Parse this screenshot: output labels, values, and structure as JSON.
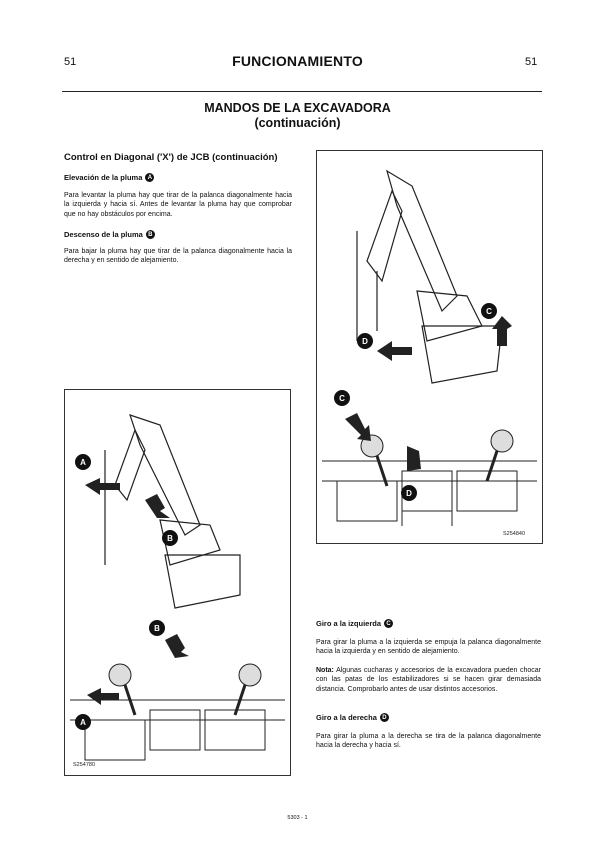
{
  "header": {
    "page_left": "51",
    "page_right": "51",
    "title": "FUNCIONAMIENTO"
  },
  "section": {
    "title_line1": "MANDOS DE LA EXCAVADORA",
    "title_line2": "(continuación)"
  },
  "left": {
    "heading": "Control en Diagonal ('X') de JCB (continuación)",
    "boom_up": {
      "heading": "Elevación de la pluma",
      "badge": "A",
      "text": "Para levantar la pluma hay que tirar de la palanca diagonalmente hacia la izquierda y hacia sí. Antes de levantar la pluma hay que comprobar que no hay obstáculos por encima."
    },
    "boom_down": {
      "heading": "Descenso de la pluma",
      "badge": "B",
      "text": "Para bajar la pluma hay que tirar de la palanca diagonalmente hacia la derecha y en sentido de alejamiento."
    }
  },
  "right": {
    "slew_left": {
      "heading": "Giro a la izquierda",
      "badge": "C",
      "text": "Para girar la pluma a la izquierda se empuja la palanca diagonalmente hacia la izquierda y en sentido de alejamiento."
    },
    "note": {
      "label": "Nota:",
      "text": "Algunas cucharas y accesorios de la excavadora pueden chocar con las patas de los estabilizadores si se hacen girar demasiada distancia. Comprobarlo antes de usar distintos accesorios."
    },
    "slew_right": {
      "heading": "Giro a la derecha",
      "badge": "D",
      "text": "Para girar la pluma a la derecha se tira de la palanca diagonalmente hacia la derecha y hacia sí."
    }
  },
  "figures": {
    "right_figure": {
      "code": "S254840",
      "labels": [
        "C",
        "D",
        "C",
        "D"
      ]
    },
    "left_figure": {
      "code": "S254780",
      "labels": [
        "A",
        "B",
        "B",
        "A"
      ]
    }
  },
  "footer": {
    "text": "5303 - 1"
  }
}
